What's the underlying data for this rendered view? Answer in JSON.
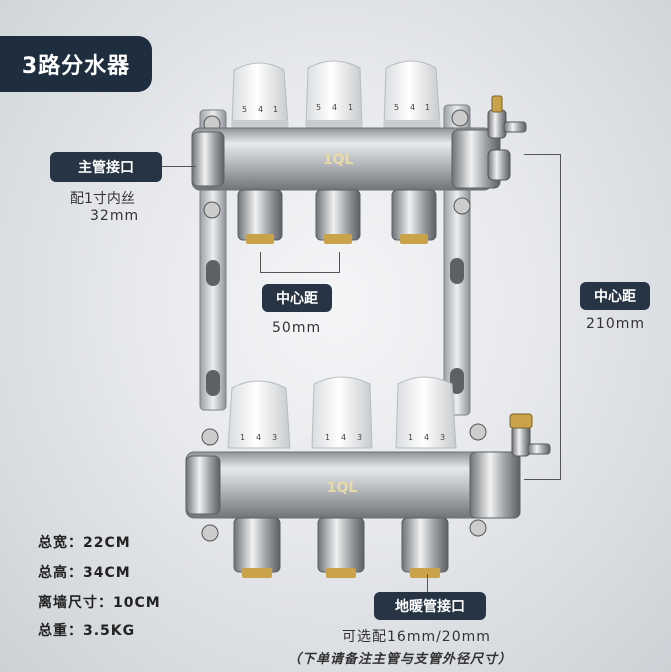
{
  "title": "3路分水器",
  "brand_mark": "1QL",
  "labels": {
    "main_port": {
      "tag": "主管接口",
      "line1": "配1寸内丝",
      "line2": "32mm"
    },
    "center_distance": {
      "tag": "中心距",
      "value": "50mm"
    },
    "height_distance": {
      "tag": "中心距",
      "value": "210mm"
    },
    "floor_port": {
      "tag": "地暖管接口",
      "option": "可选配16mm/20mm",
      "remark": "（下单请备注主管与支管外径尺寸）"
    }
  },
  "specs": [
    "总宽：22CM",
    "总高：34CM",
    "离墙尺寸：10CM",
    "总重：3.5KG"
  ],
  "knob_dial": {
    "top": [
      "5",
      "4",
      "1"
    ],
    "bottom": [
      "1",
      "4",
      "3"
    ]
  },
  "colors": {
    "badge": "#1f2e3f",
    "tag": "#263444",
    "brass": "#c9a24a",
    "steel": "#b9bdc2"
  }
}
